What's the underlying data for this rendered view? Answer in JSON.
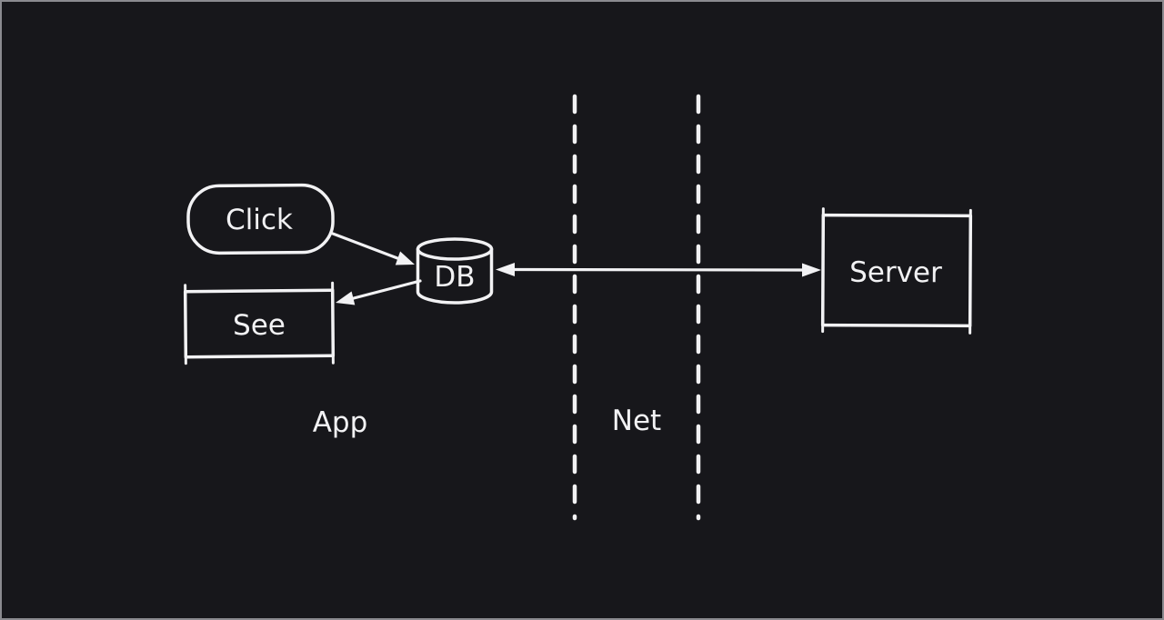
{
  "canvas": {
    "background_color": "#17171b",
    "stroke_color": "#f2f2f4",
    "frame_border_color": "#8b8b90"
  },
  "nodes": {
    "click": {
      "label": "Click",
      "shape": "pill"
    },
    "db": {
      "label": "DB",
      "shape": "cylinder"
    },
    "see": {
      "label": "See",
      "shape": "rectangle"
    },
    "server": {
      "label": "Server",
      "shape": "rectangle"
    }
  },
  "zone_labels": {
    "app": "App",
    "net": "Net"
  },
  "edges": [
    {
      "from": "click",
      "to": "db",
      "arrow": "single"
    },
    {
      "from": "db",
      "to": "see",
      "arrow": "single"
    },
    {
      "from": "db",
      "to": "server",
      "arrow": "double"
    }
  ],
  "boundary": {
    "style": "dashed",
    "lines": 2
  }
}
